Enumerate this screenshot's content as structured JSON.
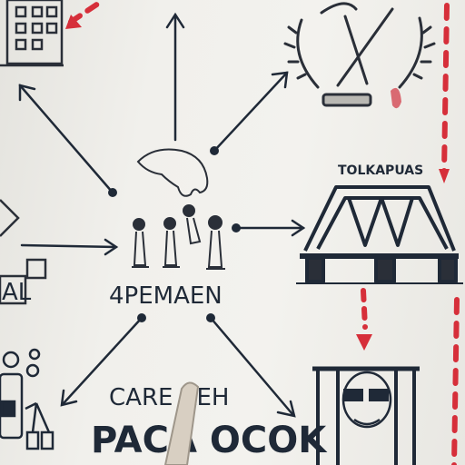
{
  "labels": {
    "center": "4PEMAEN",
    "bridge": "TOLKAPUAS",
    "left_partial": "AL",
    "bottom_line1": "CARE AEH",
    "bottom_line2": "PACA OCOK"
  },
  "colors": {
    "ink": "#1f2937",
    "red": "#d62f3a",
    "board": "#f1f0ec"
  }
}
